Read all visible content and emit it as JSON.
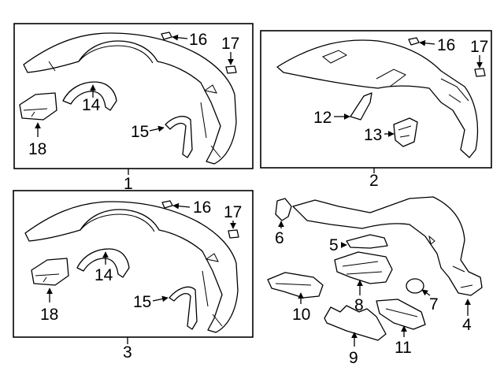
{
  "diagram": {
    "panels": [
      {
        "id": "panel-1",
        "label": "1"
      },
      {
        "id": "panel-2",
        "label": "2"
      },
      {
        "id": "panel-3",
        "label": "3"
      }
    ],
    "callouts": {
      "p1": {
        "c16": "16",
        "c17": "17",
        "c14": "14",
        "c15": "15",
        "c18": "18"
      },
      "p2": {
        "c16": "16",
        "c17": "17",
        "c12": "12",
        "c13": "13"
      },
      "p3": {
        "c16": "16",
        "c17": "17",
        "c14": "14",
        "c15": "15",
        "c18": "18"
      },
      "loose": {
        "c4": "4",
        "c5": "5",
        "c6": "6",
        "c7": "7",
        "c8": "8",
        "c9": "9",
        "c10": "10",
        "c11": "11"
      }
    }
  }
}
